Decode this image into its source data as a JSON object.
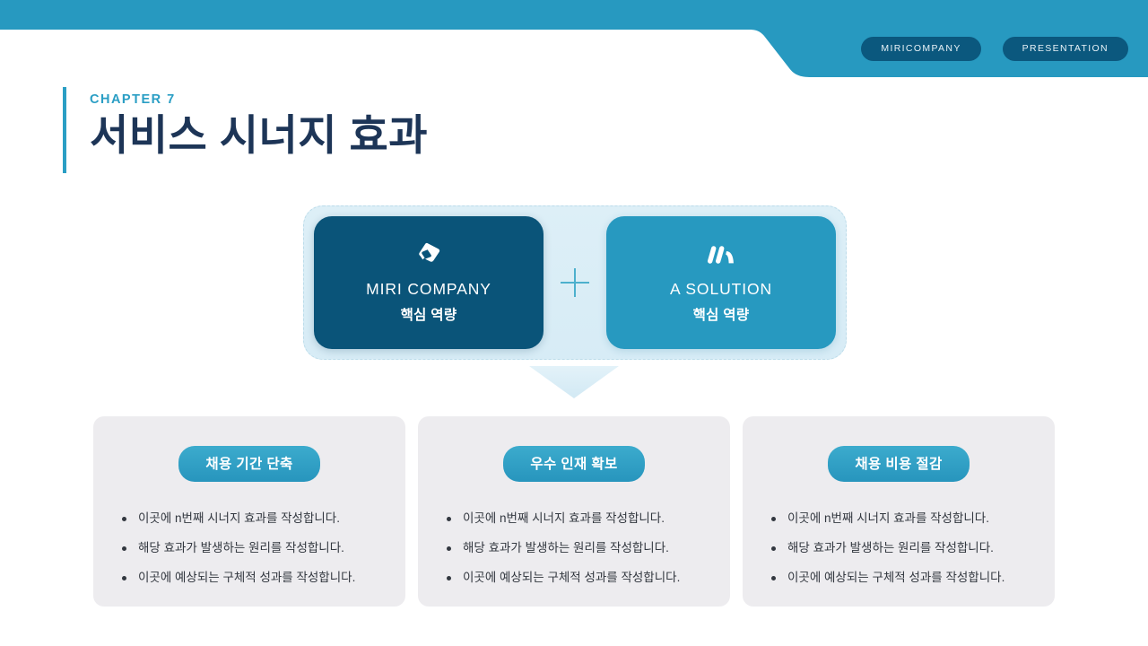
{
  "header": {
    "tags": [
      {
        "label": "MIRICOMPANY",
        "name": "header-tag-company"
      },
      {
        "label": "PRESENTATION",
        "name": "header-tag-presentation"
      }
    ],
    "band_color": "#2799c0",
    "tag_color": "#0b587e"
  },
  "title": {
    "chapter": "CHAPTER 7",
    "heading": "서비스 시너지 효과",
    "accent_color": "#2a9ec4",
    "heading_color": "#1d3557"
  },
  "synergy": {
    "operator": "+",
    "container_bg": "#daeef7",
    "cards": [
      {
        "name": "MIRI COMPANY",
        "subtitle": "핵심 역량",
        "logo": "hexagon-slash-logo-icon",
        "color": "#0a5479"
      },
      {
        "name": "A SOLUTION",
        "subtitle": "핵심 역량",
        "logo": "m-bars-logo-icon",
        "color": "#2799c0"
      }
    ],
    "arrow": "down-arrow-icon"
  },
  "benefits": [
    {
      "pill": "채용 기간 단축",
      "bullets": [
        "이곳에 n번째 시너지 효과를 작성합니다.",
        "해당 효과가 발생하는 원리를 작성합니다.",
        "이곳에 예상되는 구체적 성과를 작성합니다."
      ]
    },
    {
      "pill": "우수 인재 확보",
      "bullets": [
        "이곳에 n번째 시너지 효과를 작성합니다.",
        "해당 효과가 발생하는 원리를 작성합니다.",
        "이곳에 예상되는 구체적 성과를 작성합니다."
      ]
    },
    {
      "pill": "채용 비용 절감",
      "bullets": [
        "이곳에 n번째 시너지 효과를 작성합니다.",
        "해당 효과가 발생하는 원리를 작성합니다.",
        "이곳에 예상되는 구체적 성과를 작성합니다."
      ]
    }
  ]
}
